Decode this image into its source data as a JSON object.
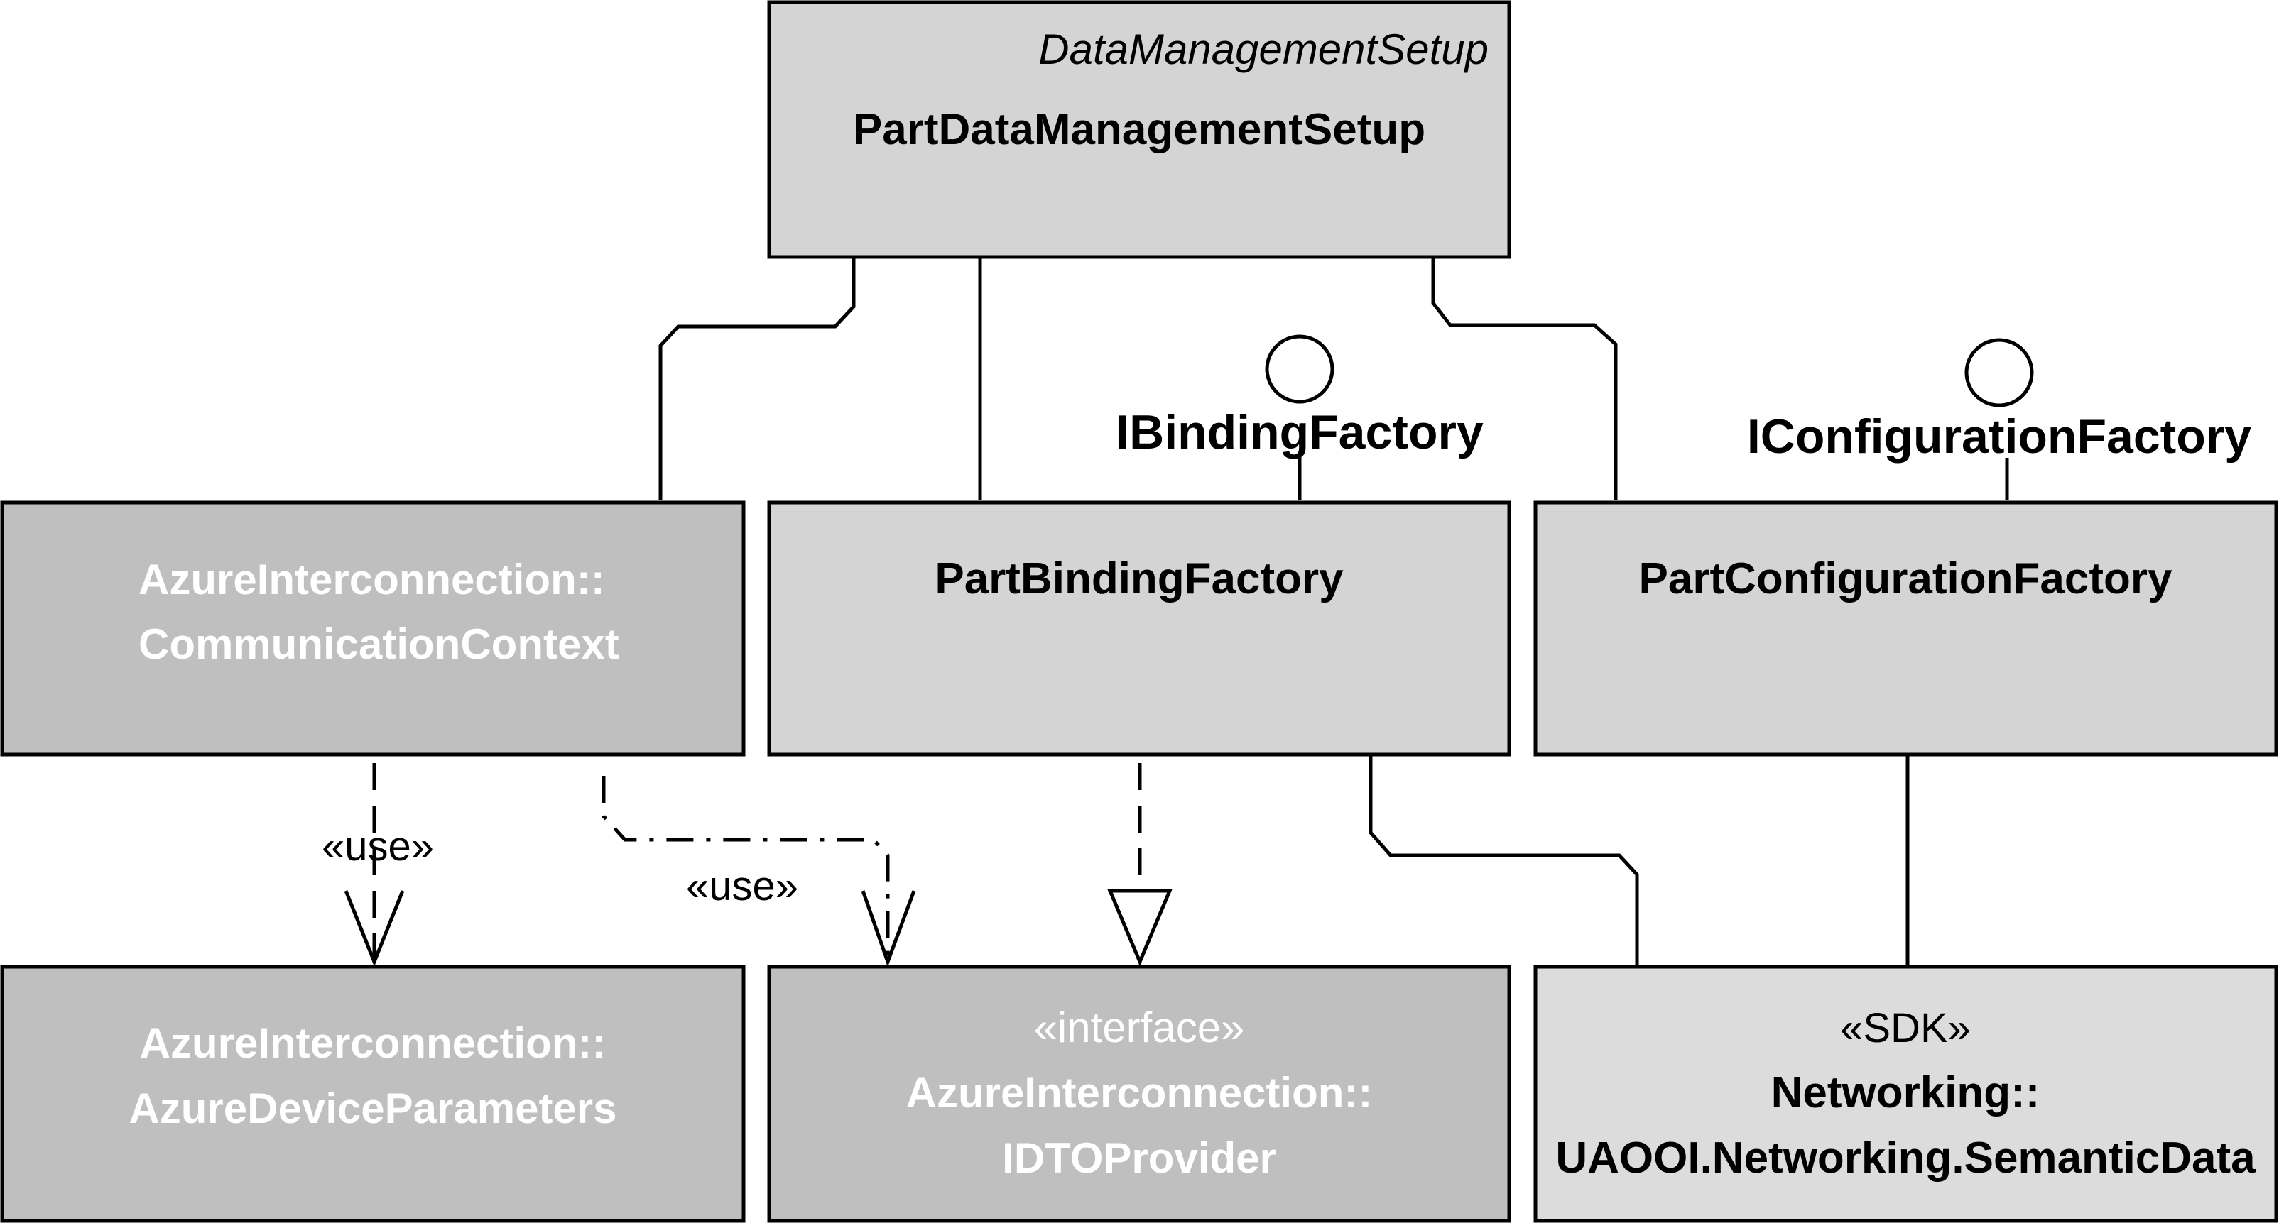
{
  "diagram": {
    "setup": {
      "stereotype": "DataManagementSetup",
      "name": "PartDataManagementSetup"
    },
    "communication_context": {
      "line1": "AzureInterconnection::",
      "line2": "CommunicationContext"
    },
    "binding_factory": {
      "name": "PartBindingFactory",
      "interface": "IBindingFactory"
    },
    "configuration_factory": {
      "name": "PartConfigurationFactory",
      "interface": "IConfigurationFactory"
    },
    "device_parameters": {
      "line1": "AzureInterconnection::",
      "line2": "AzureDeviceParameters"
    },
    "dto_provider": {
      "stereotype": "«interface»",
      "line1": "AzureInterconnection::",
      "line2": "IDTOProvider"
    },
    "semantic_data": {
      "stereotype": "«SDK»",
      "line1": "Networking::",
      "line2": "UAOOI.Networking.SemanticData"
    },
    "use_labels": [
      "«use»",
      "«use»"
    ]
  },
  "colors": {
    "box_light": "#d4d4d4",
    "box_dark": "#bfbfbf",
    "box_sdk": "#dcdcdc",
    "line": "#000000",
    "text_on_dark": "#ffffff"
  }
}
